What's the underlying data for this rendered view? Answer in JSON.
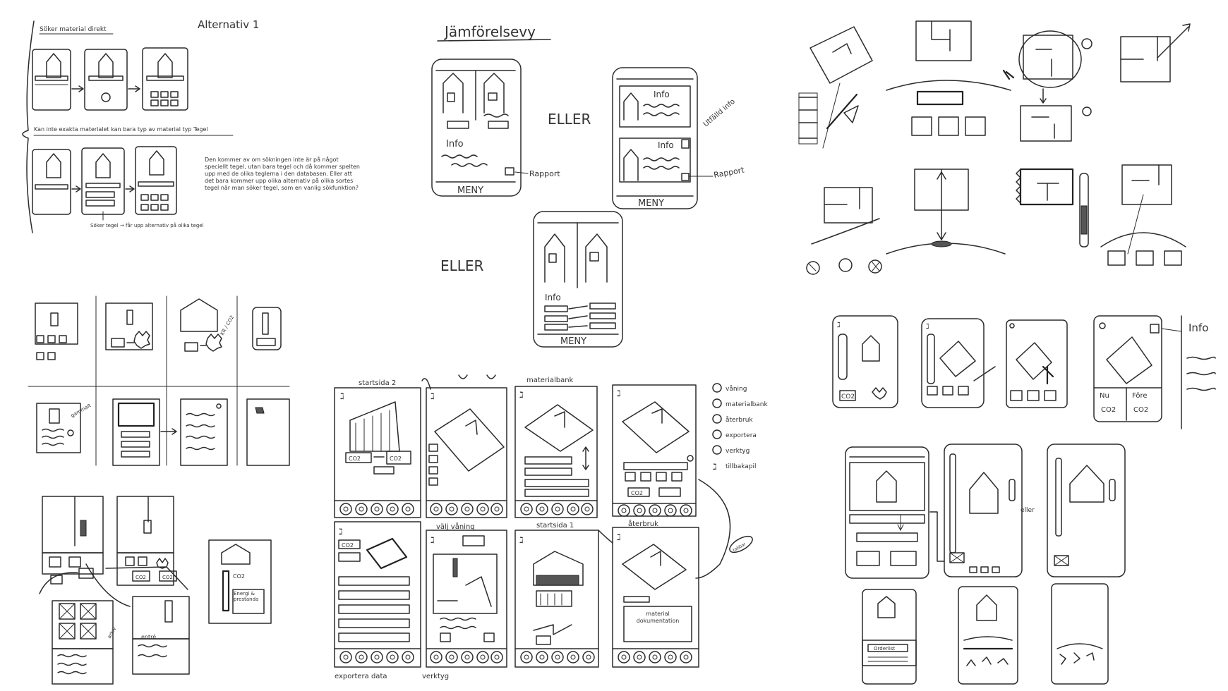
{
  "panel_tl": {
    "title": "Alternativ 1",
    "row1_label": "Söker material direkt",
    "row2_label": "Kan inte exakta materialet kan bara typ av material typ Tegel",
    "note": "Den kommer av om sökningen inte är på något speciellt tegel, utan bara tegel och då kommer spelten upp med de olika teglerna i den databasen. Eller att det bara kommer upp olika alternativ på olika sortes tegel när man söker tegel, som en vanlig sökfunktion?",
    "annotation": "Söker tegel → får upp alternativ på olika tegel"
  },
  "panel_tc": {
    "title": "Jämförelsevy",
    "eller_1": "ELLER",
    "eller_2": "ELLER",
    "info": "Info",
    "rapport": "Rapport",
    "meny": "MENY",
    "utfalld_info": "Utfälld info"
  },
  "panel_ml": {
    "kr": "KR / CO2",
    "gammal": "gammalt",
    "co2": "CO2",
    "energi": "Energi & prestanda",
    "arkiv": "arkiv",
    "entrn": "entré"
  },
  "panel_bc": {
    "labels": [
      "startsida 2",
      "materialbank",
      "välj våning",
      "startsida 1",
      "återbruk",
      "exportera data",
      "verktyg"
    ],
    "legend": [
      "våning",
      "materialbank",
      "återbruk",
      "exportera",
      "verktyg",
      "tillbakapil"
    ],
    "co2": "CO2",
    "tabbar": "tabbar",
    "material_dokumentation": "material dokumentation"
  },
  "panel_br": {
    "info": "Info",
    "nu": "Nu",
    "fore": "Före",
    "co2": "CO2",
    "eller": "eller",
    "orderlist": "Orderlist"
  }
}
